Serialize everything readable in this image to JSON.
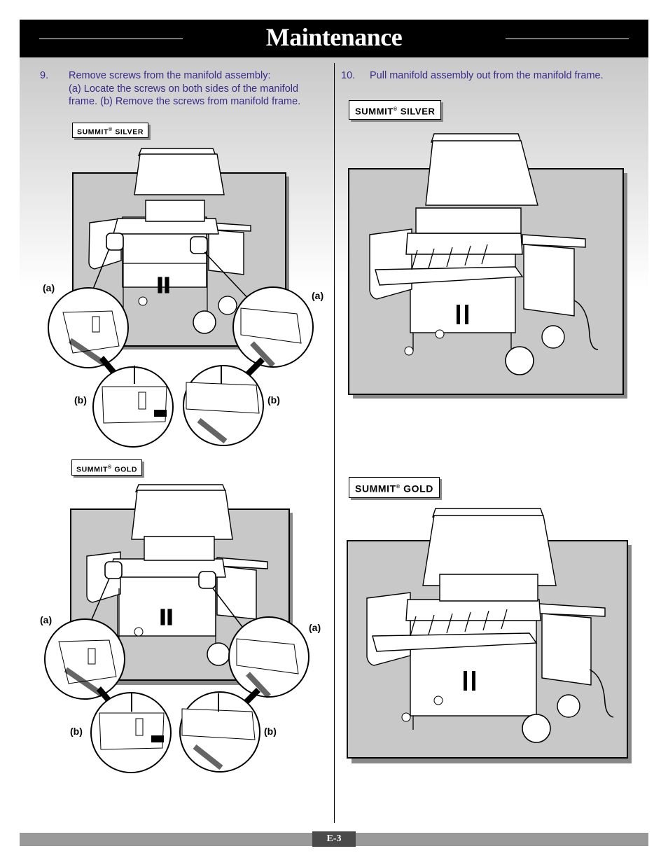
{
  "header": {
    "title": "Maintenance"
  },
  "steps": [
    {
      "number": "9.",
      "lines": [
        "Remove screws from the manifold assembly:",
        "(a) Locate the screws on both sides of the manifold",
        "frame. (b) Remove the screws from manifold frame."
      ]
    },
    {
      "number": "10.",
      "lines": [
        "Pull manifold assembly out from the manifold frame."
      ]
    }
  ],
  "brands": {
    "silver": "SUMMIT",
    "gold": "SUMMIT",
    "reg": "®",
    "silver_suffix": "SILVER",
    "gold_suffix": "GOLD"
  },
  "callouts": {
    "a": "(a)",
    "b": "(b)"
  },
  "footer": {
    "page": "E-3"
  }
}
